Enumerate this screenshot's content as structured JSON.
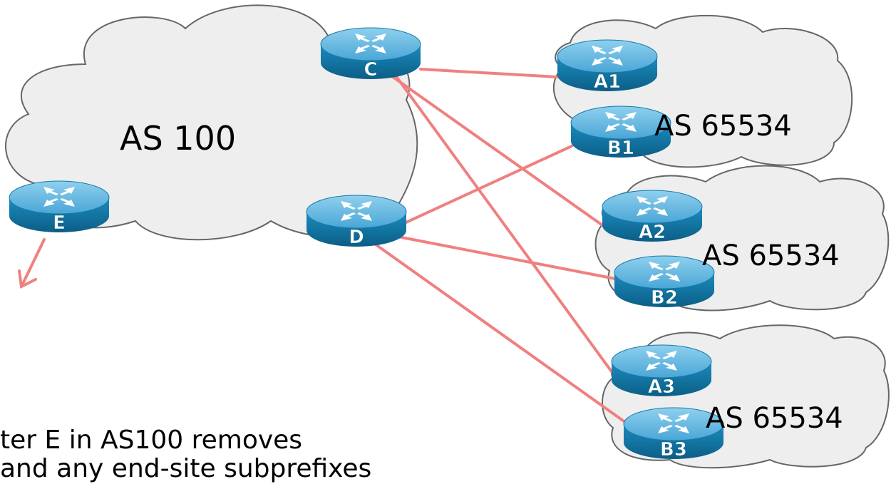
{
  "colors": {
    "cloud_fill": "#eeeeee",
    "cloud_stroke": "#666666",
    "link": "#f08080",
    "router_top": "#6ab9e0",
    "router_side": "#137aa8",
    "router_label": "#ffffff"
  },
  "icon_names": [
    "cloud-icon",
    "router-icon",
    "arrow-icon"
  ],
  "as_labels": {
    "core": "AS 100",
    "site1": "AS 65534",
    "site2": "AS 65534",
    "site3": "AS 65534"
  },
  "routers": {
    "c": "C",
    "d": "D",
    "e": "E",
    "a1": "A1",
    "b1": "B1",
    "a2": "A2",
    "b2": "B2",
    "a3": "A3",
    "b3": "B3"
  },
  "links": [
    [
      "C",
      "A1"
    ],
    [
      "C",
      "A2"
    ],
    [
      "C",
      "A3"
    ],
    [
      "D",
      "B1"
    ],
    [
      "D",
      "B2"
    ],
    [
      "D",
      "B3"
    ]
  ],
  "caption": {
    "line1": "ter E in AS100 removes",
    "line2": "and any end-site subprefixes"
  }
}
